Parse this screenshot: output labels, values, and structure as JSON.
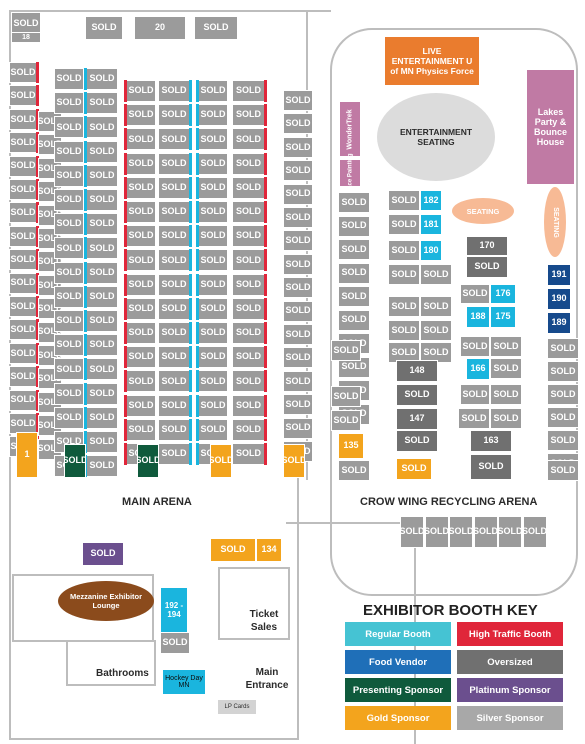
{
  "arenas": {
    "main": "MAIN ARENA",
    "crow_wing": "CROW WING RECYCLING ARENA"
  },
  "features": {
    "live_entertainment": "LIVE ENTERTAINMENT U of MN Physics Force",
    "entertainment_seating": "ENTERTAINMENT SEATING",
    "lakes_party": "Lakes Party & Bounce House",
    "wondertrek": "WonderTrek",
    "face_painting": "Face Painting",
    "seating": "SEATING",
    "seating_vertical": "SEATING",
    "mezzanine": "Mezzanine Exhibitor Lounge",
    "ticket_sales": "Ticket Sales",
    "bathrooms": "Bathrooms",
    "main_entrance": "Main Entrance",
    "hockey_day": "Hockey Day MN",
    "lp_cards": "LP Cards",
    "booth_range": "192 - 194"
  },
  "key": {
    "title": "EXHIBITOR BOOTH KEY",
    "items": [
      {
        "label": "Regular Booth",
        "color": "#45c3d3"
      },
      {
        "label": "High Traffic Booth",
        "color": "#e0263a"
      },
      {
        "label": "Food Vendor",
        "color": "#1f6fb8"
      },
      {
        "label": "Oversized",
        "color": "#707070"
      },
      {
        "label": "Presenting Sponsor",
        "color": "#0f5a3c"
      },
      {
        "label": "Platinum Sponsor",
        "color": "#6b4f8e"
      },
      {
        "label": "Gold Sponsor",
        "color": "#f3a41d"
      },
      {
        "label": "Silver Sponsor",
        "color": "#a8a8a8"
      }
    ]
  },
  "booth_labels": {
    "sold": "SOLD",
    "b20": "20",
    "b18": "18",
    "sol": "SOL",
    "b182": "182",
    "b181": "181",
    "b180": "180",
    "b170": "170",
    "b176": "176",
    "b188": "188",
    "b175": "175",
    "b191": "191",
    "b190": "190",
    "b189": "189",
    "b148": "148",
    "b147": "147",
    "b166": "166",
    "b163": "163",
    "b135": "135",
    "b134": "134",
    "b1": "1"
  }
}
